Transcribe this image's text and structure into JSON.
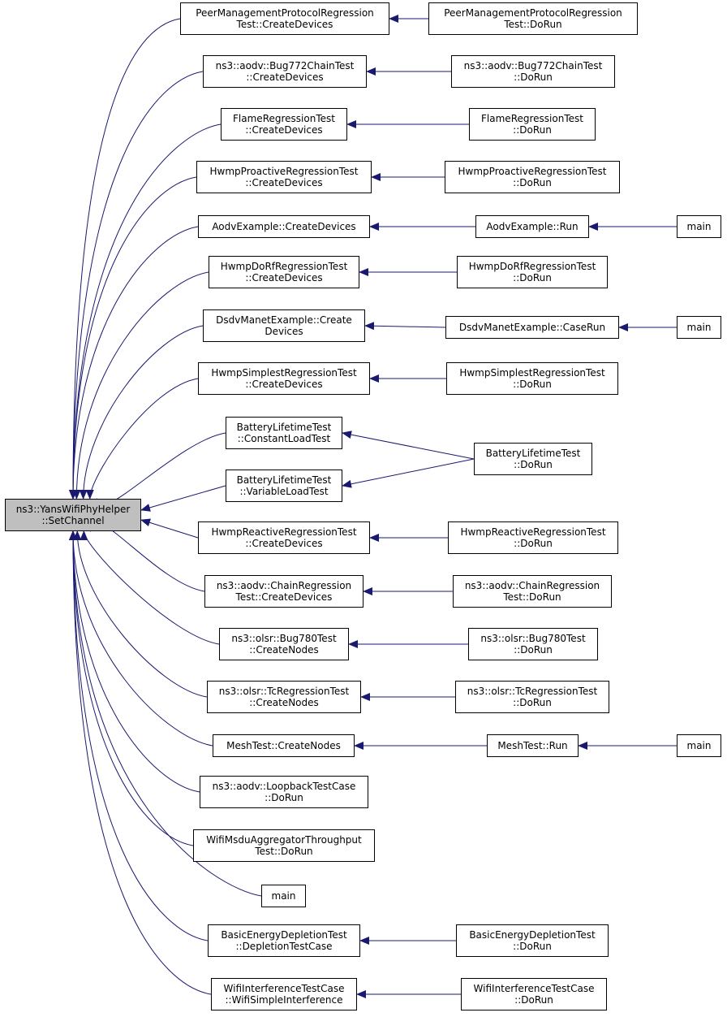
{
  "root": {
    "id": "root",
    "lines": [
      "ns3::YansWifiPhyHelper",
      "::SetChannel"
    ],
    "color": "#bfbfbf"
  },
  "nodes": [
    {
      "id": "n1",
      "lines": [
        "PeerManagementProtocolRegression",
        "Test::CreateDevices"
      ]
    },
    {
      "id": "n2",
      "lines": [
        "ns3::aodv::Bug772ChainTest",
        "::CreateDevices"
      ]
    },
    {
      "id": "n3",
      "lines": [
        "FlameRegressionTest",
        "::CreateDevices"
      ]
    },
    {
      "id": "n4",
      "lines": [
        "HwmpProactiveRegressionTest",
        "::CreateDevices"
      ]
    },
    {
      "id": "n5",
      "lines": [
        "AodvExample::CreateDevices"
      ]
    },
    {
      "id": "n6",
      "lines": [
        "HwmpDoRfRegressionTest",
        "::CreateDevices"
      ]
    },
    {
      "id": "n7",
      "lines": [
        "DsdvManetExample::Create",
        "Devices"
      ]
    },
    {
      "id": "n8",
      "lines": [
        "HwmpSimplestRegressionTest",
        "::CreateDevices"
      ]
    },
    {
      "id": "n9",
      "lines": [
        "BatteryLifetimeTest",
        "::ConstantLoadTest"
      ]
    },
    {
      "id": "n10",
      "lines": [
        "BatteryLifetimeTest",
        "::VariableLoadTest"
      ]
    },
    {
      "id": "n11",
      "lines": [
        "HwmpReactiveRegressionTest",
        "::CreateDevices"
      ]
    },
    {
      "id": "n12",
      "lines": [
        "ns3::aodv::ChainRegression",
        "Test::CreateDevices"
      ]
    },
    {
      "id": "n13",
      "lines": [
        "ns3::olsr::Bug780Test",
        "::CreateNodes"
      ]
    },
    {
      "id": "n14",
      "lines": [
        "ns3::olsr::TcRegressionTest",
        "::CreateNodes"
      ]
    },
    {
      "id": "n15",
      "lines": [
        "MeshTest::CreateNodes"
      ]
    },
    {
      "id": "n16",
      "lines": [
        "ns3::aodv::LoopbackTestCase",
        "::DoRun"
      ]
    },
    {
      "id": "n17",
      "lines": [
        "WifiMsduAggregatorThroughput",
        "Test::DoRun"
      ]
    },
    {
      "id": "n18",
      "lines": [
        "main"
      ]
    },
    {
      "id": "n19",
      "lines": [
        "BasicEnergyDepletionTest",
        "::DepletionTestCase"
      ]
    },
    {
      "id": "n20",
      "lines": [
        "WifiInterferenceTestCase",
        "::WifiSimpleInterference"
      ]
    },
    {
      "id": "m1",
      "lines": [
        "PeerManagementProtocolRegression",
        "Test::DoRun"
      ]
    },
    {
      "id": "m2",
      "lines": [
        "ns3::aodv::Bug772ChainTest",
        "::DoRun"
      ]
    },
    {
      "id": "m3",
      "lines": [
        "FlameRegressionTest",
        "::DoRun"
      ]
    },
    {
      "id": "m4",
      "lines": [
        "HwmpProactiveRegressionTest",
        "::DoRun"
      ]
    },
    {
      "id": "m5",
      "lines": [
        "AodvExample::Run"
      ]
    },
    {
      "id": "m6",
      "lines": [
        "HwmpDoRfRegressionTest",
        "::DoRun"
      ]
    },
    {
      "id": "m7",
      "lines": [
        "DsdvManetExample::CaseRun"
      ]
    },
    {
      "id": "m8",
      "lines": [
        "HwmpSimplestRegressionTest",
        "::DoRun"
      ]
    },
    {
      "id": "m9",
      "lines": [
        "BatteryLifetimeTest",
        "::DoRun"
      ]
    },
    {
      "id": "m11",
      "lines": [
        "HwmpReactiveRegressionTest",
        "::DoRun"
      ]
    },
    {
      "id": "m12",
      "lines": [
        "ns3::aodv::ChainRegression",
        "Test::DoRun"
      ]
    },
    {
      "id": "m13",
      "lines": [
        "ns3::olsr::Bug780Test",
        "::DoRun"
      ]
    },
    {
      "id": "m14",
      "lines": [
        "ns3::olsr::TcRegressionTest",
        "::DoRun"
      ]
    },
    {
      "id": "m15",
      "lines": [
        "MeshTest::Run"
      ]
    },
    {
      "id": "m19",
      "lines": [
        "BasicEnergyDepletionTest",
        "::DoRun"
      ]
    },
    {
      "id": "m20",
      "lines": [
        "WifiInterferenceTestCase",
        "::DoRun"
      ]
    },
    {
      "id": "k5",
      "lines": [
        "main"
      ]
    },
    {
      "id": "k7",
      "lines": [
        "main"
      ]
    },
    {
      "id": "k15",
      "lines": [
        "main"
      ]
    }
  ],
  "edges": [
    [
      "m1",
      "n1"
    ],
    [
      "m2",
      "n2"
    ],
    [
      "m3",
      "n3"
    ],
    [
      "m4",
      "n4"
    ],
    [
      "m5",
      "n5"
    ],
    [
      "m6",
      "n6"
    ],
    [
      "m7",
      "n7"
    ],
    [
      "m8",
      "n8"
    ],
    [
      "m9",
      "n9"
    ],
    [
      "m9",
      "n10"
    ],
    [
      "m11",
      "n11"
    ],
    [
      "m12",
      "n12"
    ],
    [
      "m13",
      "n13"
    ],
    [
      "m14",
      "n14"
    ],
    [
      "m15",
      "n15"
    ],
    [
      "m19",
      "n19"
    ],
    [
      "m20",
      "n20"
    ],
    [
      "k5",
      "m5"
    ],
    [
      "k7",
      "m7"
    ],
    [
      "k15",
      "m15"
    ]
  ],
  "colors": {
    "edge": "#191970",
    "node_border": "#000000",
    "root_fill": "#bfbfbf"
  }
}
